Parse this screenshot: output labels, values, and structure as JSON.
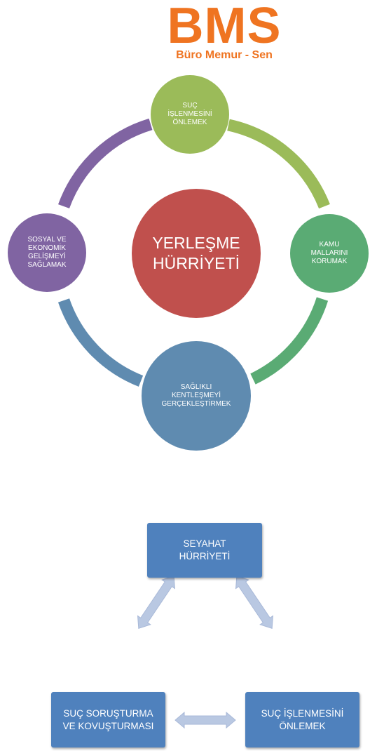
{
  "logo": {
    "main": "BMS",
    "sub": "Büro Memur - Sen"
  },
  "cycle": {
    "center": "YERLEŞME\nHÜRRİYETİ",
    "nodes": {
      "top": "SUÇ\nİŞLENMESİNİ\nÖNLEMEK",
      "right": "KAMU\nMALLARINI\nKORUMAK",
      "bottom": "SAĞLIKLI\nKENTLEŞMEYİ\nGERÇEKLEŞTİRMEK",
      "left": "SOSYAL VE\nEKONOMİK\nGELİŞMEYİ\nSAĞLAMAK"
    }
  },
  "triangle": {
    "top": "SEYAHAT\nHÜRRİYETİ",
    "left": "SUÇ SORUŞTURMA\nVE KOVUŞTURMASI",
    "right": "SUÇ İŞLENMESİNİ\nÖNLEMEK"
  },
  "colors": {
    "logo": "#ef7421",
    "center": "#c0504d",
    "top": "#9bbb59",
    "right": "#5aab74",
    "bottom": "#5f8bb0",
    "left": "#8064a2",
    "box": "#4f81bd",
    "arrow": "#b9c8e2"
  }
}
